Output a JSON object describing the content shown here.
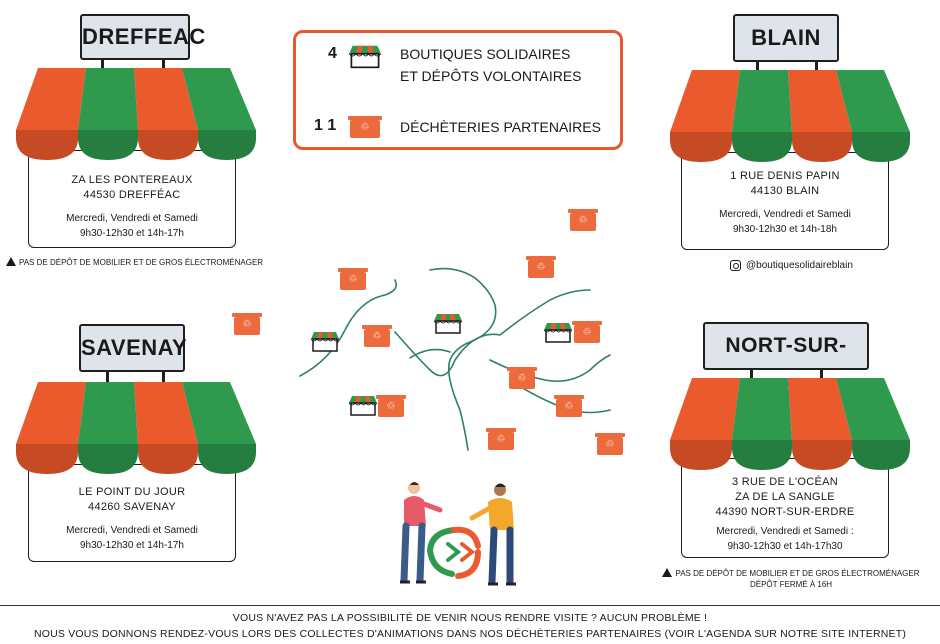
{
  "legend": {
    "shops_count": "4",
    "shops_label_1": "BOUTIQUES SOLIDAIRES",
    "shops_label_2": "ET DÉPÔTS VOLONTAIRES",
    "dumps_count": "1 1",
    "dumps_label": "DÉCHÈTERIES PARTENAIRES"
  },
  "shops": [
    {
      "name": "DREFFEAC",
      "address_1": "ZA LES PONTEREAUX",
      "address_2": "44530 DREFFÉAC",
      "days": "Mercredi, Vendredi et Samedi",
      "hours": "9h30-12h30 et 14h-17h",
      "note": "PAS DE DÉPÔT DE MOBILIER ET DE GROS ÉLECTROMÉNAGER"
    },
    {
      "name": "BLAIN",
      "address_1": "1 RUE DENIS PAPIN",
      "address_2": "44130 BLAIN",
      "days": "Mercredi, Vendredi et Samedi",
      "hours": "9h30-12h30 et 14h-18h",
      "instagram": "@boutiquesolidaireblain"
    },
    {
      "name": "SAVENAY",
      "address_1": "LE POINT DU JOUR",
      "address_2": "44260 SAVENAY",
      "days": "Mercredi, Vendredi et Samedi",
      "hours": "9h30-12h30 et 14h-17h"
    },
    {
      "name": "NORT-SUR-ERDRE",
      "address_1": "3 RUE DE L'OCÉAN",
      "address_2": "ZA DE LA SANGLE",
      "address_3": "44390 NORT-SUR-ERDRE",
      "days": "Mercredi, Vendredi et Samedi :",
      "hours": "9h30-12h30 et 14h-17h30",
      "note": "PAS DE DÉPÔT DE MOBILIER ET DE GROS ÉLECTROMÉNAGER",
      "note_2": "DÉPÔT FERMÉ À 16H"
    }
  ],
  "footer": {
    "line_1": "VOUS N'AVEZ PAS LA POSSIBILITÉ DE VENIR NOUS RENDRE VISITE ? AUCUN PROBLÈME !",
    "line_2": "NOUS VOUS DONNONS RENDEZ-VOUS LORS DES COLLECTES D'ANIMATIONS DANS NOS DÉCHÈTERIES PARTENAIRES (VOIR L'AGENDA SUR NOTRE SITE INTERNET)"
  },
  "colors": {
    "awning_orange": "#ea5a2c",
    "awning_green": "#2f9a4e",
    "bin_orange": "#ec6a3c",
    "river": "#2f7f6a"
  },
  "icons": [
    "store-icon",
    "recycling-bin-icon",
    "warning-icon",
    "instagram-icon",
    "recycle-arrows-icon"
  ]
}
